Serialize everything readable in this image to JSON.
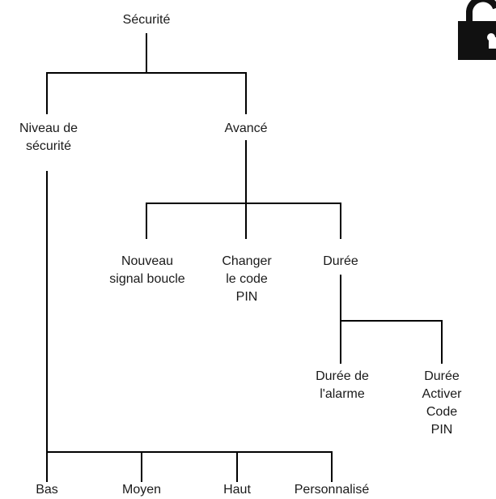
{
  "tree": {
    "root": "Sécurité",
    "security_level": "Niveau de\nsécurité",
    "advanced": "Avancé",
    "new_loop_signal": "Nouveau\nsignal boucle",
    "change_pin": "Changer\nle code\nPIN",
    "duration": "Durée",
    "alarm_duration": "Durée de\nl'alarme",
    "activate_pin_duration": "Durée Activer\nCode PIN",
    "low": "Bas",
    "medium": "Moyen",
    "high": "Haut",
    "custom": "Personnalisé"
  },
  "icons": {
    "corner": "lock-icon"
  },
  "colors": {
    "line": "#000000",
    "text": "#1a1a1a"
  }
}
